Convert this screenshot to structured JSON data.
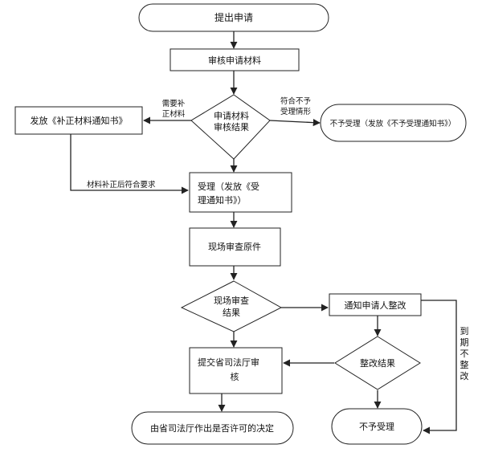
{
  "colors": {
    "stroke": "#222222",
    "text": "#111111",
    "background": "#ffffff"
  },
  "nodes": {
    "start": "提出申请",
    "review_materials": "审核申请材料",
    "review_result_1": "申请材料",
    "review_result_2": "审核结果",
    "supplement_notice": "发放《补正材料通知书》",
    "not_accepted_notice": "不予受理（发放《不予受理通知书》）",
    "accept_1": "受理（发放《受",
    "accept_2": "理通知书》）",
    "onsite_review": "现场审查原件",
    "onsite_result_1": "现场审查",
    "onsite_result_2": "结果",
    "rectify_notice": "通知申请人整改",
    "submit_1": "提交省司法厅审",
    "submit_2": "核",
    "rectify_result": "整改结果",
    "final_decision": "由省司法厅作出是否许可的决定",
    "not_accepted": "不予受理"
  },
  "edge_labels": {
    "needs_supplement_1": "需要补",
    "needs_supplement_2": "正材料",
    "not_qualified_1": "符合不予",
    "not_qualified_2": "受理情形",
    "after_supplement": "材料补正后符合要求",
    "overdue": [
      "到",
      "期",
      "不",
      "整",
      "改"
    ]
  }
}
